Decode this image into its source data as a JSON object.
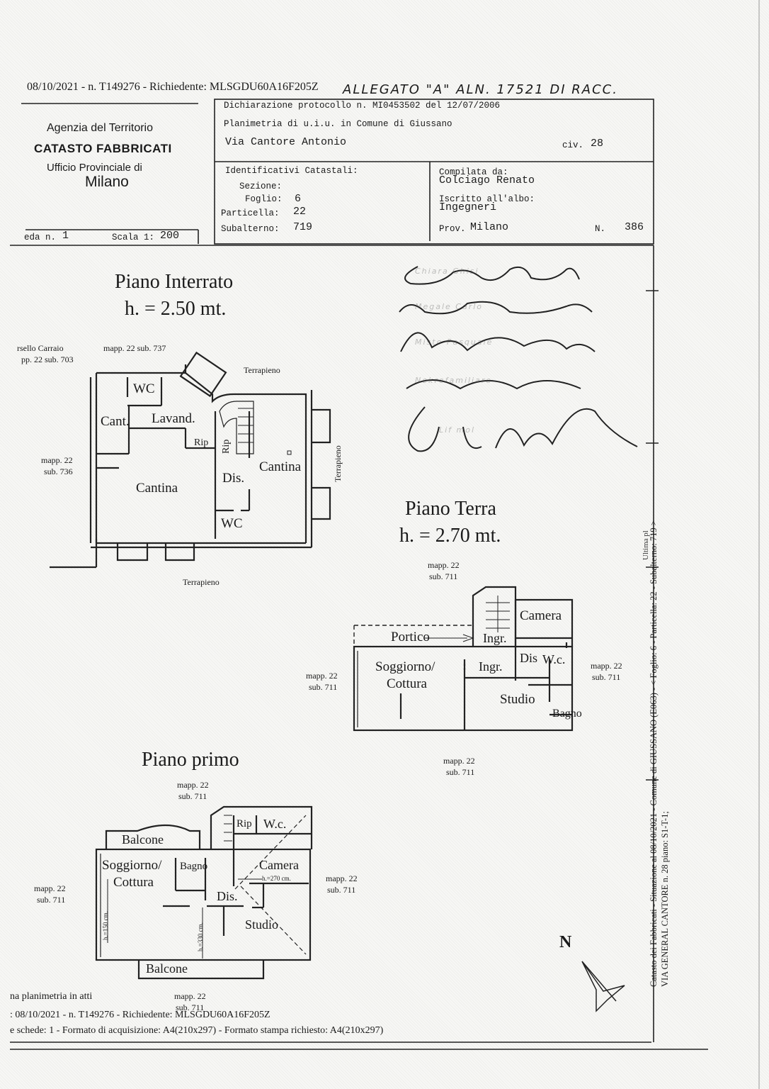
{
  "header": {
    "top_line": "08/10/2021 - n. T149276 - Richiedente: MLSGDU60A16F205Z",
    "handwritten_note": "ALLEGATO \"A\" ALN. 17521 DI RACC.",
    "declaration": "Dichiarazione protocollo n. MI0453502 del 12/07/2006",
    "planimetria": "Planimetria di u.i.u. in Comune di Giussano",
    "address": "Via Cantore Antonio",
    "civ_label": "civ.",
    "civ_value": "28"
  },
  "agency": {
    "line1": "Agenzia del Territorio",
    "line2": "CATASTO FABBRICATI",
    "line3": "Ufficio Provinciale di",
    "line4": "Milano"
  },
  "ids": {
    "title": "Identificativi Catastali:",
    "sezione_label": "Sezione:",
    "foglio_label": "Foglio:",
    "foglio_value": "6",
    "particella_label": "Particella:",
    "particella_value": "22",
    "subalterno_label": "Subalterno:",
    "subalterno_value": "719"
  },
  "compiler": {
    "compilata_label": "Compilata da:",
    "compilata_value": "Colciago Renato",
    "albo_label": "Iscritto all'albo:",
    "albo_value": "Ingegneri",
    "prov_label": "Prov.",
    "prov_value": "Milano",
    "n_label": "N.",
    "n_value": "386"
  },
  "scheda": {
    "label": "eda n.",
    "value": "1",
    "scale_label": "Scala 1:",
    "scale_value": "200"
  },
  "floors": {
    "interrato_title": "Piano Interrato",
    "interrato_height": "h. = 2.50 mt.",
    "terra_title": "Piano Terra",
    "terra_height": "h. = 2.70 mt.",
    "primo_title": "Piano primo"
  },
  "interrato": {
    "cortile_line1": "rsello Carraio",
    "cortile_line2": "pp. 22 sub. 703",
    "mapp737": "mapp. 22 sub. 737",
    "terrapieno_top": "Terrapieno",
    "terrapieno_right": "Terrapieno",
    "terrapieno_bottom": "Terrapieno",
    "mapp736_1": "mapp. 22",
    "mapp736_2": "sub. 736",
    "wc1": "WC",
    "cant": "Cant.",
    "lavand": "Lavand.",
    "rip1": "Rip",
    "rip2": "Rip",
    "cantina1": "Cantina",
    "cantina2": "Cantina",
    "dis": "Dis.",
    "wc2": "WC"
  },
  "terra": {
    "mapp_top_1": "mapp. 22",
    "mapp_top_2": "sub. 711",
    "portico": "Portico",
    "ingr1": "Ingr.",
    "ingr2": "Ingr.",
    "camera": "Camera",
    "dis": "Dis",
    "wc": "W.c.",
    "soggiorno1": "Soggiorno/",
    "soggiorno2": "Cottura",
    "studio": "Studio",
    "bagno": "Bagno",
    "mapp_left_1": "mapp. 22",
    "mapp_left_2": "sub. 711",
    "mapp_right_1": "mapp. 22",
    "mapp_right_2": "sub. 711",
    "mapp_bottom_1": "mapp. 22",
    "mapp_bottom_2": "sub. 711"
  },
  "primo": {
    "mapp_top_1": "mapp. 22",
    "mapp_top_2": "sub. 711",
    "balcone_top": "Balcone",
    "rip": "Rip",
    "wc": "W.c.",
    "soggiorno1": "Soggiorno/",
    "soggiorno2": "Cottura",
    "bagno": "Bagno",
    "camera": "Camera",
    "h270": "h.=270 cm.",
    "dis": "Dis.",
    "studio": "Studio",
    "h150": "h.=150 cm.",
    "h330": "h.=330 cm.",
    "balcone_bottom": "Balcone",
    "mapp_left_1": "mapp. 22",
    "mapp_left_2": "sub. 711",
    "mapp_right_1": "mapp. 22",
    "mapp_right_2": "sub. 711",
    "mapp_bottom_1": "mapp. 22",
    "mapp_bottom_2": "sub. 711"
  },
  "signatures": {
    "sig1": "Chiara Ghisi",
    "sig2": "Megale Carlo",
    "sig3": "Misto Pasquale",
    "sig4": "Nekrofamiliare",
    "sig5": "Lif mol"
  },
  "north": "N",
  "side_text": {
    "line1": "Catasto dei Fabbricati - Situazione al 08/10/2021 - Comune di GIUSSANO (E063) - < Foglio: 6 - Particella: 22 - Subalterno: 719 >",
    "line2": "VIA GENERAL CANTORE n. 28 piano: S1-T-1;",
    "stamp": "Ultima pl"
  },
  "footer": {
    "line1": "na planimetria in atti",
    "line2": ": 08/10/2021 - n. T149276 - Richiedente: MLSGDU60A16F205Z",
    "line3": "e schede: 1 - Formato di acquisizione: A4(210x297)  - Formato stampa richiesto: A4(210x297)"
  }
}
